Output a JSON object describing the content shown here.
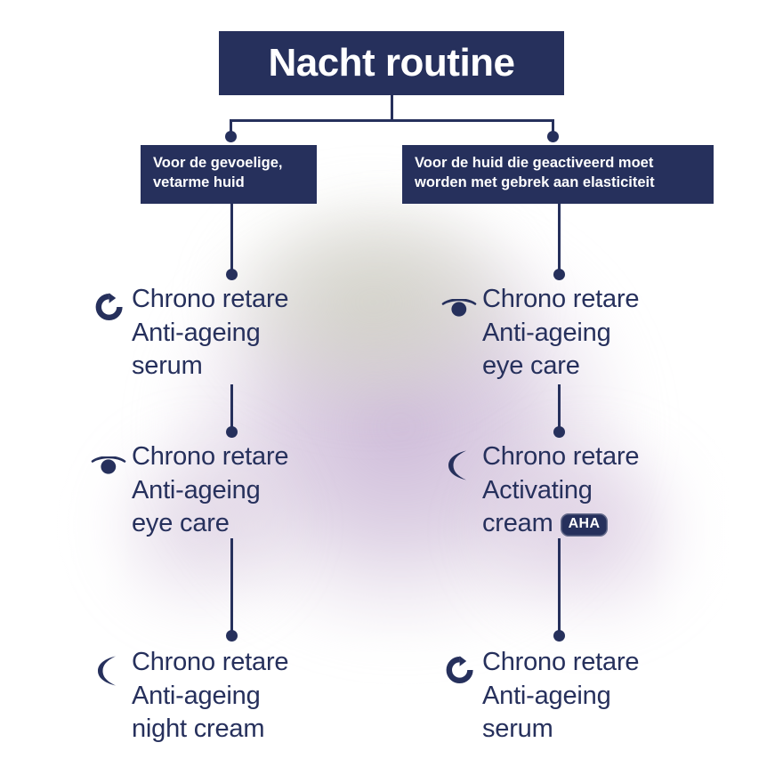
{
  "colors": {
    "navy": "#26305c",
    "white": "#ffffff",
    "background": "#ffffff",
    "blob_purple": "#bea5cd",
    "blob_olive": "#ced0c0"
  },
  "header": {
    "title": "Nacht routine"
  },
  "branches": [
    {
      "id": "sensitive-skin",
      "label": "Voor de gevoelige,\nvetarme huid",
      "steps": [
        {
          "icon": "refresh-arrow-icon",
          "label": "Chrono retare\nAnti-ageing\nserum",
          "badge": null
        },
        {
          "icon": "eye-icon",
          "label": "Chrono retare\nAnti-ageing\neye care",
          "badge": null
        },
        {
          "icon": "moon-icon",
          "label": "Chrono retare\nAnti-ageing\nnight cream",
          "badge": null
        }
      ]
    },
    {
      "id": "activating-skin",
      "label": "Voor de huid die geactiveerd moet\nworden met gebrek aan elasticiteit",
      "steps": [
        {
          "icon": "eye-icon",
          "label": "Chrono retare\nAnti-ageing\neye care",
          "badge": null
        },
        {
          "icon": "moon-icon",
          "label": "Chrono retare\nActivating\ncream",
          "badge": "AHA"
        },
        {
          "icon": "refresh-arrow-icon",
          "label": "Chrono retare\nAnti-ageing\nserum",
          "badge": null
        }
      ]
    }
  ]
}
